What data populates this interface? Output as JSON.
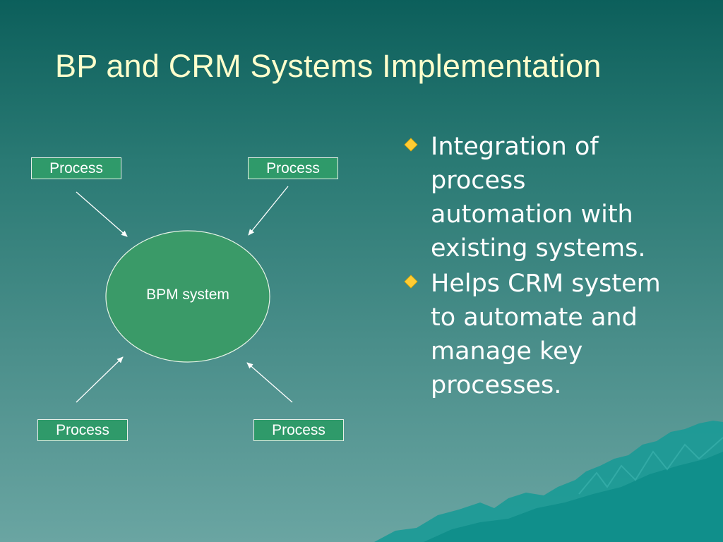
{
  "slide": {
    "title": "BP and CRM Systems Implementation"
  },
  "diagram": {
    "center_label": "BPM system",
    "process_boxes": [
      {
        "label": "Process"
      },
      {
        "label": "Process"
      },
      {
        "label": "Process"
      },
      {
        "label": "Process"
      }
    ]
  },
  "bullets": [
    {
      "text": "Integration of process automation with existing systems."
    },
    {
      "text": "Helps CRM system to automate and manage key processes."
    }
  ],
  "colors": {
    "title": "#ffffcc",
    "bullet_diamond": "#ffcc33",
    "ellipse_fill": "#3a9a68",
    "text": "#ffffff"
  }
}
